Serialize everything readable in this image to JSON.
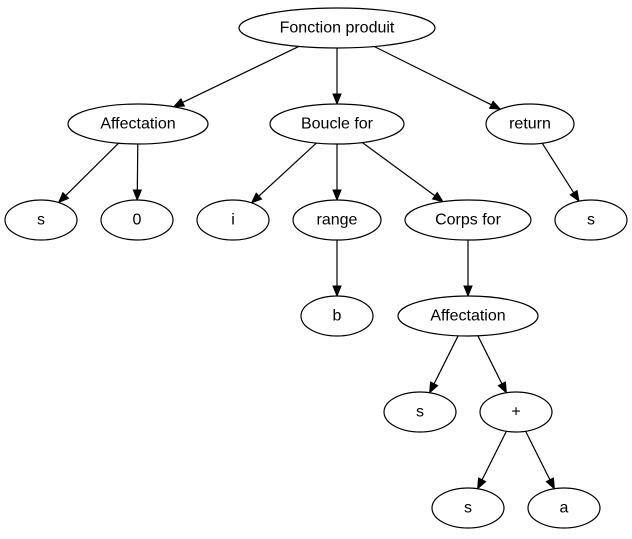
{
  "diagram": {
    "type": "tree",
    "nodes": {
      "root": "Fonction produit",
      "affectation1": "Affectation",
      "boucle": "Boucle for",
      "return": "return",
      "s1": "s",
      "zero": "0",
      "i": "i",
      "range": "range",
      "corps": "Corps for",
      "s_ret": "s",
      "b": "b",
      "affectation2": "Affectation",
      "s2": "s",
      "plus": "+",
      "s3": "s",
      "a": "a"
    },
    "edges": [
      [
        "root",
        "affectation1"
      ],
      [
        "root",
        "boucle"
      ],
      [
        "root",
        "return"
      ],
      [
        "affectation1",
        "s1"
      ],
      [
        "affectation1",
        "zero"
      ],
      [
        "boucle",
        "i"
      ],
      [
        "boucle",
        "range"
      ],
      [
        "boucle",
        "corps"
      ],
      [
        "return",
        "s_ret"
      ],
      [
        "range",
        "b"
      ],
      [
        "corps",
        "affectation2"
      ],
      [
        "affectation2",
        "s2"
      ],
      [
        "affectation2",
        "plus"
      ],
      [
        "plus",
        "s3"
      ],
      [
        "plus",
        "a"
      ]
    ]
  }
}
